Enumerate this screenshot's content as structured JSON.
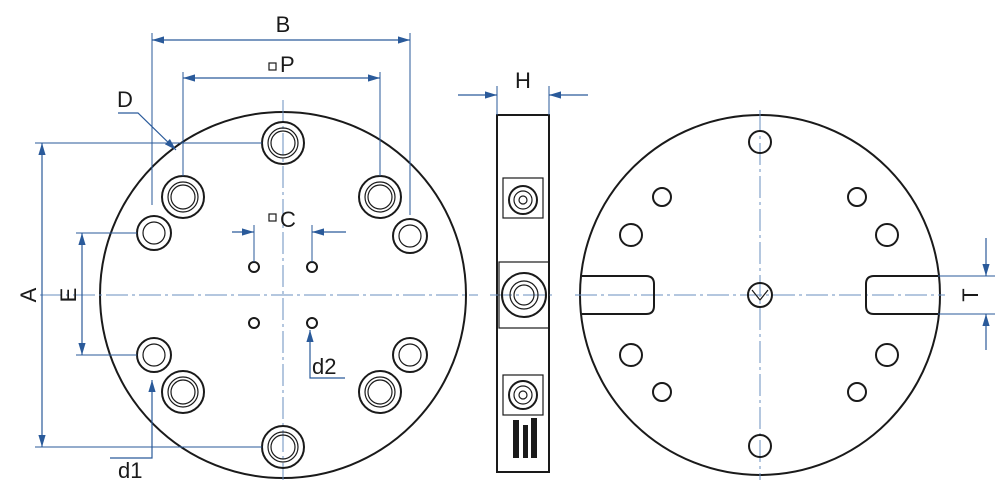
{
  "labels": {
    "A": "A",
    "B": "B",
    "C": "C",
    "D": "D",
    "E": "E",
    "H": "H",
    "P": "P",
    "T": "T",
    "d1": "d1",
    "d2": "d2"
  },
  "colors": {
    "outline": "#1a1a1a",
    "dimension": "#2a5a9a",
    "centerline": "#6a8fbf"
  }
}
